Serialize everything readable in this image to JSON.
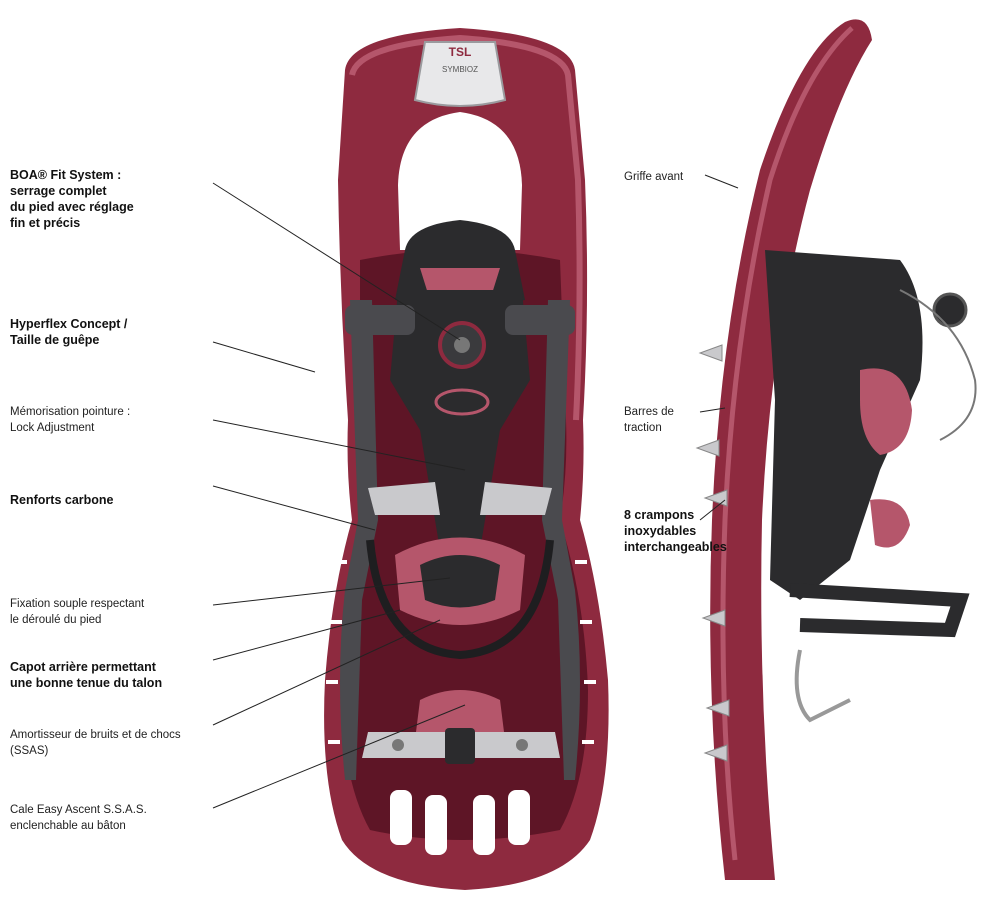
{
  "colors": {
    "frame": "#8e2a3f",
    "frame_dark": "#5e1526",
    "frame_light": "#b5566b",
    "binding": "#2b2b2d",
    "binding_mid": "#4a4a4e",
    "metal": "#c9c9cc",
    "leader": "#222222"
  },
  "logo": {
    "brand": "TSL",
    "model": "SYMBIOZ"
  },
  "labels": {
    "boa": "BOA® Fit System :\nserrage complet\ndu pied avec réglage\nfin et précis",
    "hyperflex": "Hyperflex Concept /\nTaille de guêpe",
    "memo": "Mémorisation pointure :\nLock Adjustment",
    "carbone": "Renforts carbone",
    "fixation": "Fixation souple respectant\nle déroulé du pied",
    "capot": "Capot arrière permettant\nune bonne tenue du talon",
    "amortisseur": "Amortisseur de bruits et de chocs\n(SSAS)",
    "cale": "Cale Easy Ascent S.S.A.S.\nenclenchable au bâton",
    "griffe": "Griffe avant",
    "barres": "Barres de\ntraction",
    "crampons": "8 crampons\ninoxydables\ninterchangeables"
  }
}
